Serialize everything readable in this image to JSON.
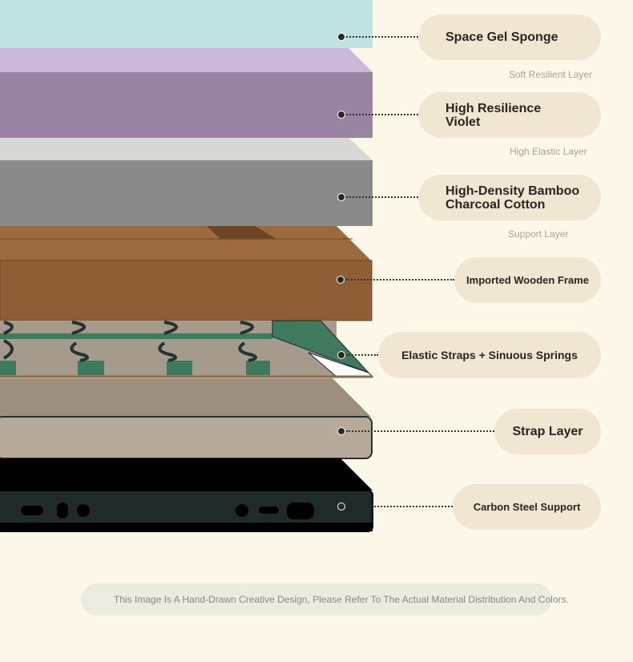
{
  "layers": [
    {
      "name": "Space Gel Sponge",
      "sub": "Soft Resilient Layer"
    },
    {
      "name": "High Resilience Violet",
      "sub": "High Elastic Layer"
    },
    {
      "name": "High-Density Bamboo Charcoal Cotton",
      "sub": "Support Layer"
    },
    {
      "name": "Imported Wooden Frame"
    },
    {
      "name": "Elastic Straps + Sinuous Springs"
    },
    {
      "name": "Strap Layer"
    },
    {
      "name": "Carbon Steel Support"
    }
  ],
  "disclaimer": "This Image Is A Hand-Drawn Creative Design, Please Refer To The Actual Material Distribution And Colors.",
  "colors": {
    "background": "#fdf7ea",
    "pill": "#f1e6d2",
    "gel": "#bfe3e3",
    "violet": "#9a84a3",
    "charcoal": "#8a8a8a",
    "wood": "#8f5e34",
    "spring_green": "#3f7a5f",
    "steel": "#1f2b2a"
  }
}
